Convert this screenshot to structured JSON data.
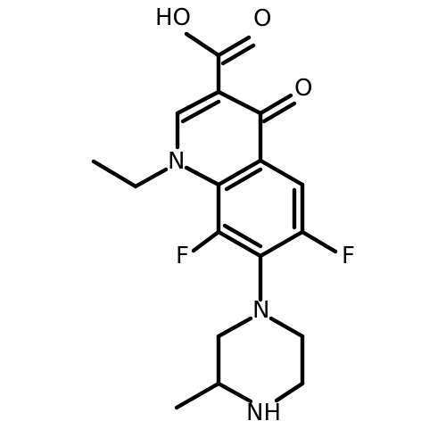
{
  "molecule": {
    "labels": {
      "hydroxyl": "HO",
      "acid_carbonyl_o": "O",
      "ketone_o": "O",
      "ring_nitrogen": "N",
      "fluorine_left": "F",
      "fluorine_right": "F",
      "piperazine_nitrogen": "N",
      "piperazine_nh": "NH"
    },
    "colors": {
      "bond": "#000000",
      "label": "#000000",
      "background": "#ffffff"
    }
  }
}
